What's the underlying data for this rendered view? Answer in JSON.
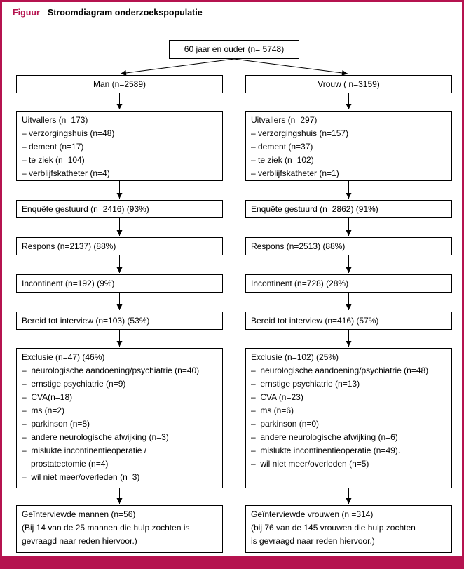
{
  "colors": {
    "accent": "#b5134f",
    "box_border": "#000000"
  },
  "header": {
    "label": "Figuur",
    "title": "Stroomdiagram onderzoekspopulatie"
  },
  "flow": {
    "root": "60 jaar en ouder (n= 5748)",
    "left": {
      "branch": "Man (n=2589)",
      "uitvallers": {
        "title": "Uitvallers (n=173)",
        "items": [
          "– verzorgingshuis (n=48)",
          "– dement (n=17)",
          "– te ziek (n=104)",
          "– verblijfskatheter (n=4)"
        ]
      },
      "enquete": "Enquête gestuurd (n=2416) (93%)",
      "respons": "Respons (n=2137) (88%)",
      "incontinent": "Incontinent (n=192) (9%)",
      "bereid": "Bereid tot interview (n=103) (53%)",
      "exclusie": {
        "title": "Exclusie (n=47) (46%)",
        "items": [
          "–  neurologische aandoening/psychiatrie (n=40)",
          "–  ernstige psychiatrie (n=9)",
          "–  CVA(n=18)",
          "–  ms (n=2)",
          "–  parkinson (n=8)",
          "–  andere neurologische afwijking (n=3)",
          "–  mislukte incontinentieoperatie /\nprostatectomie (n=4)",
          "–  wil niet meer/overleden (n=3)"
        ]
      },
      "final": {
        "title": "Geïnterviewde mannen (n=56)",
        "lines": [
          "(Bij 14 van de 25 mannen die hulp zochten is",
          "gevraagd naar reden hiervoor.)"
        ]
      }
    },
    "right": {
      "branch": "Vrouw ( n=3159)",
      "uitvallers": {
        "title": "Uitvallers (n=297)",
        "items": [
          "– verzorgingshuis (n=157)",
          "– dement (n=37)",
          "– te ziek (n=102)",
          "– verblijfskatheter (n=1)"
        ]
      },
      "enquete": "Enquête gestuurd (n=2862) (91%)",
      "respons": "Respons (n=2513) (88%)",
      "incontinent": "Incontinent (n=728) (28%)",
      "bereid": "Bereid tot interview (n=416) (57%)",
      "exclusie": {
        "title": "Exclusie (n=102) (25%)",
        "items": [
          "–  neurologische aandoening/psychiatrie (n=48)",
          "–  ernstige psychiatrie (n=13)",
          "–  CVA (n=23)",
          "–  ms (n=6)",
          "–  parkinson (n=0)",
          "–  andere neurologische afwijking (n=6)",
          "–  mislukte incontinentieoperatie (n=49).",
          "–  wil niet meer/overleden (n=5)"
        ]
      },
      "final": {
        "title": "Geïnterviewde vrouwen (n =314)",
        "lines": [
          "(bij 76 van de 145 vrouwen die hulp zochten",
          "is gevraagd naar reden hiervoor.)"
        ]
      }
    }
  }
}
